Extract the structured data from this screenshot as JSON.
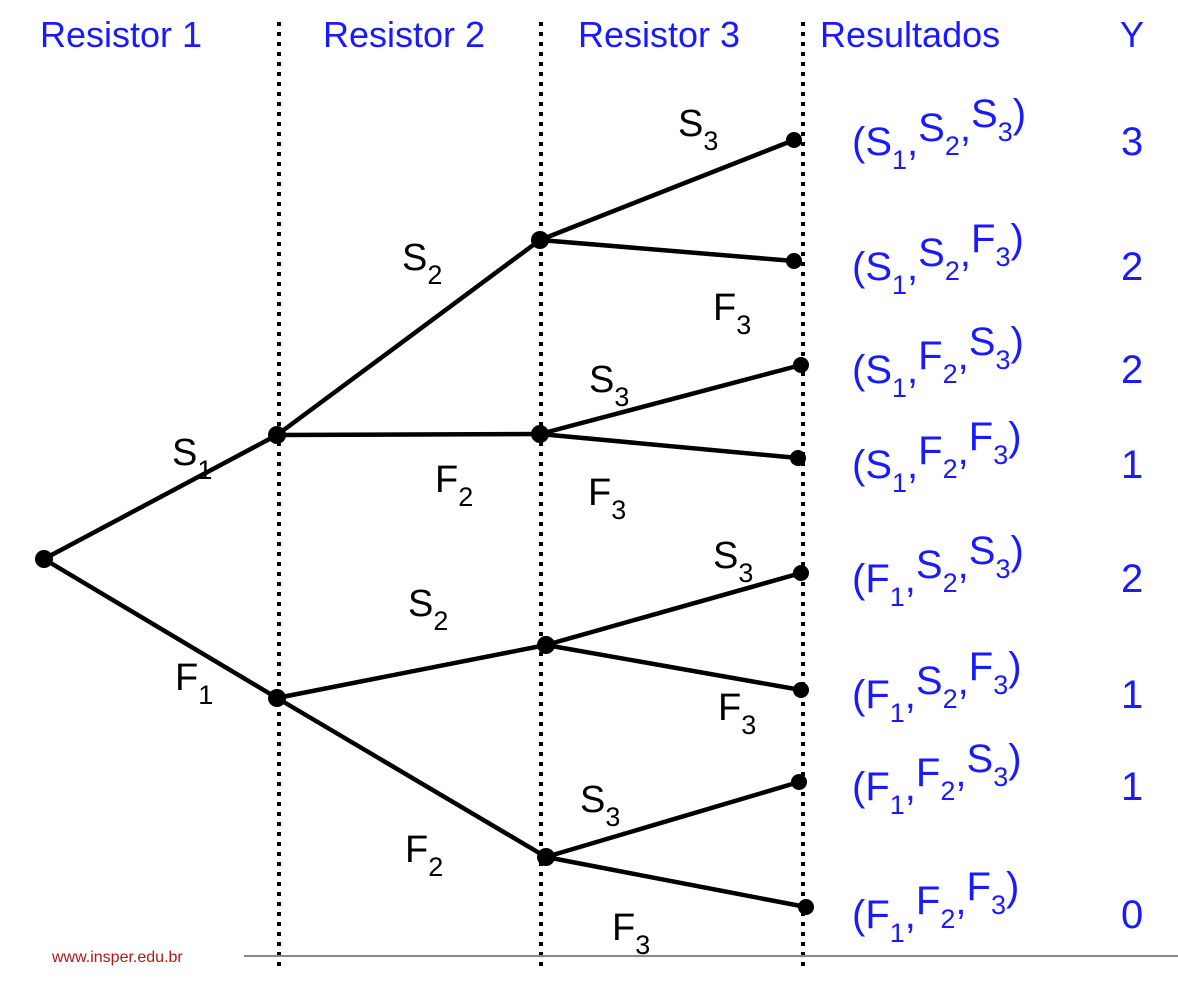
{
  "headers": {
    "resistor1": "Resistor 1",
    "resistor2": "Resistor 2",
    "resistor3": "Resistor 3",
    "resultados": "Resultados",
    "y": "Y"
  },
  "branch_labels": {
    "s1": [
      "S",
      "1"
    ],
    "f1": [
      "F",
      "1"
    ],
    "upper_s2": [
      "S",
      "2"
    ],
    "upper_f2": [
      "F",
      "2"
    ],
    "lower_s2": [
      "S",
      "2"
    ],
    "lower_f2": [
      "F",
      "2"
    ],
    "s3": [
      "S",
      "3"
    ],
    "f3": [
      "F",
      "3"
    ]
  },
  "outcomes": [
    {
      "parts": [
        [
          "S",
          "1"
        ],
        [
          "S",
          "2"
        ],
        [
          "S",
          "3"
        ]
      ],
      "y": "3"
    },
    {
      "parts": [
        [
          "S",
          "1"
        ],
        [
          "S",
          "2"
        ],
        [
          "F",
          "3"
        ]
      ],
      "y": "2"
    },
    {
      "parts": [
        [
          "S",
          "1"
        ],
        [
          "F",
          "2"
        ],
        [
          "S",
          "3"
        ]
      ],
      "y": "2"
    },
    {
      "parts": [
        [
          "S",
          "1"
        ],
        [
          "F",
          "2"
        ],
        [
          "F",
          "3"
        ]
      ],
      "y": "1"
    },
    {
      "parts": [
        [
          "F",
          "1"
        ],
        [
          "S",
          "2"
        ],
        [
          "S",
          "3"
        ]
      ],
      "y": "2"
    },
    {
      "parts": [
        [
          "F",
          "1"
        ],
        [
          "S",
          "2"
        ],
        [
          "F",
          "3"
        ]
      ],
      "y": "1"
    },
    {
      "parts": [
        [
          "F",
          "1"
        ],
        [
          "F",
          "2"
        ],
        [
          "S",
          "3"
        ]
      ],
      "y": "1"
    },
    {
      "parts": [
        [
          "F",
          "1"
        ],
        [
          "F",
          "2"
        ],
        [
          "F",
          "3"
        ]
      ],
      "y": "0"
    }
  ],
  "footer": {
    "url": "www.insper.edu.br"
  },
  "colors": {
    "accent": "#1a1aff",
    "line": "#000000",
    "footer": "#b01818",
    "rule": "#888888"
  }
}
